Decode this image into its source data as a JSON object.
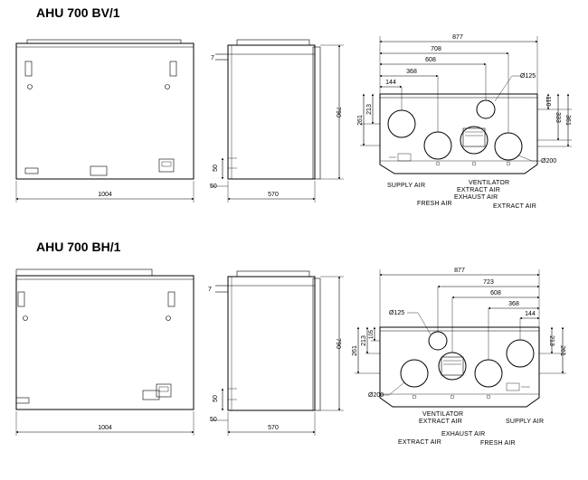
{
  "sections": [
    {
      "title": "AHU 700 BV/1",
      "front_width": "1004",
      "side_depth": "570",
      "side_height": "790",
      "side_top": "7",
      "side_bottom_a": "50",
      "side_bottom_b": "50",
      "top_dims": [
        "877",
        "708",
        "608",
        "368",
        "144"
      ],
      "right_dims": [
        "110",
        "333",
        "361"
      ],
      "left_dims": [
        "261",
        "213"
      ],
      "dia_small": "Ø125",
      "dia_large": "Ø200",
      "labels": [
        "SUPPLY AIR",
        "VENTILATOR",
        "EXTRACT AIR",
        "EXHAUST AIR",
        "FRESH AIR",
        "EXTRACT AIR"
      ]
    },
    {
      "title": "AHU 700 BH/1",
      "front_width": "1004",
      "side_depth": "570",
      "side_height": "790",
      "side_top": "7",
      "side_bottom_a": "50",
      "side_bottom_b": "50",
      "top_dims": [
        "877",
        "723",
        "608",
        "368",
        "144"
      ],
      "right_dims": [
        "213",
        "261"
      ],
      "left_dims": [
        "261",
        "213",
        "105"
      ],
      "dia_small": "Ø125",
      "dia_large": "Ø200",
      "labels": [
        "VENTILATOR",
        "EXTRACT AIR",
        "SUPPLY AIR",
        "EXHAUST AIR",
        "EXTRACT AIR",
        "FRESH AIR"
      ]
    }
  ]
}
